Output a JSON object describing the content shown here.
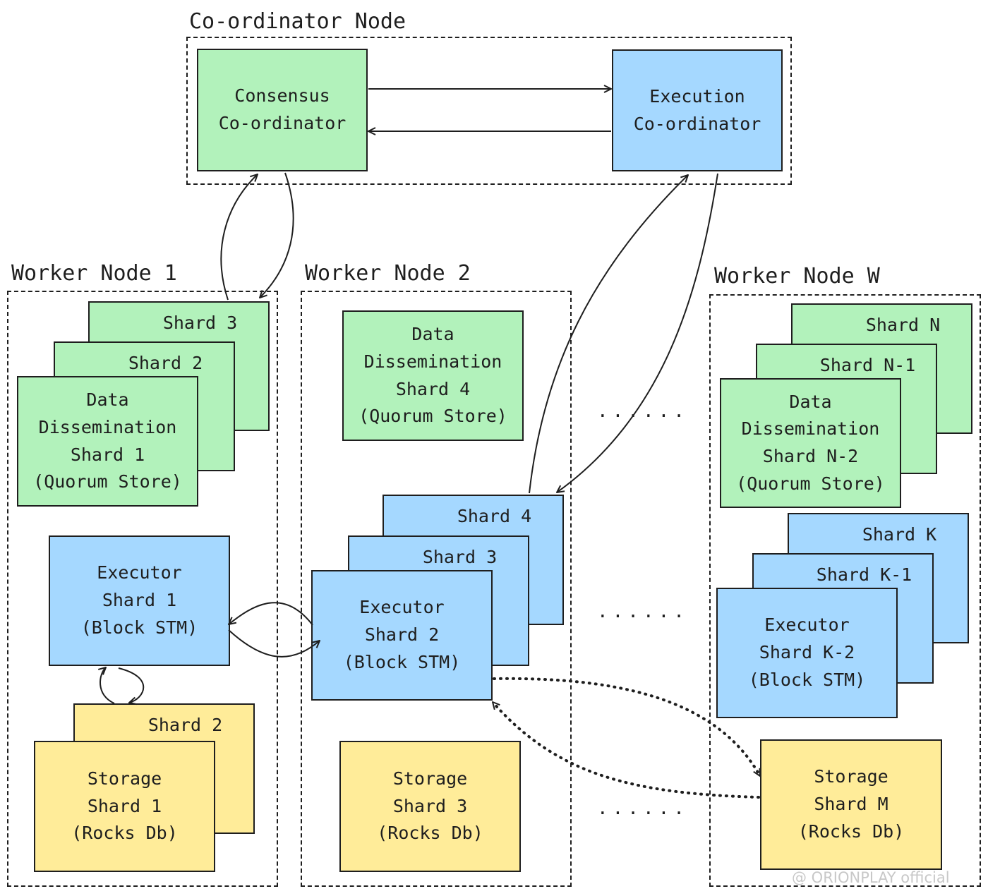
{
  "colors": {
    "consensus": "#b2f2bb",
    "execution": "#a5d8ff",
    "storage": "#ffec99",
    "stroke": "#1e1e1e"
  },
  "coordinator_node": {
    "title": "Co-ordinator Node",
    "consensus": [
      "Consensus",
      "Co-ordinator"
    ],
    "execution": [
      "Execution",
      "Co-ordinator"
    ]
  },
  "worker_node_1": {
    "title": "Worker Node 1",
    "dd_shard_3": "Shard 3",
    "dd_shard_2": "Shard 2",
    "dd_shard_1": [
      "Data",
      "Dissemination",
      "Shard 1",
      "(Quorum Store)"
    ],
    "executor_shard_1": [
      "Executor",
      "Shard 1",
      "(Block STM)"
    ],
    "storage_shard_2": "Shard 2",
    "storage_shard_1": [
      "Storage",
      "Shard 1",
      "(Rocks Db)"
    ]
  },
  "worker_node_2": {
    "title": "Worker Node 2",
    "dd_shard_4": [
      "Data",
      "Dissemination",
      "Shard 4",
      "(Quorum Store)"
    ],
    "exec_shard_4": "Shard 4",
    "exec_shard_3": "Shard 3",
    "executor_shard_2": [
      "Executor",
      "Shard 2",
      "(Block STM)"
    ],
    "storage_shard_3": [
      "Storage",
      "Shard 3",
      "(Rocks Db)"
    ]
  },
  "worker_node_w": {
    "title": "Worker Node W",
    "dd_shard_n": "Shard N",
    "dd_shard_n1": "Shard N-1",
    "dd_shard_n2": [
      "Data",
      "Dissemination",
      "Shard N-2",
      "(Quorum Store)"
    ],
    "exec_shard_k": "Shard K",
    "exec_shard_k1": "Shard K-1",
    "executor_shard_k2": [
      "Executor",
      "Shard K-2",
      "(Block STM)"
    ],
    "storage_shard_m": [
      "Storage",
      "Shard M",
      "(Rocks Db)"
    ]
  },
  "ellipsis": "......",
  "watermark": "@ ORIONPLAY official"
}
